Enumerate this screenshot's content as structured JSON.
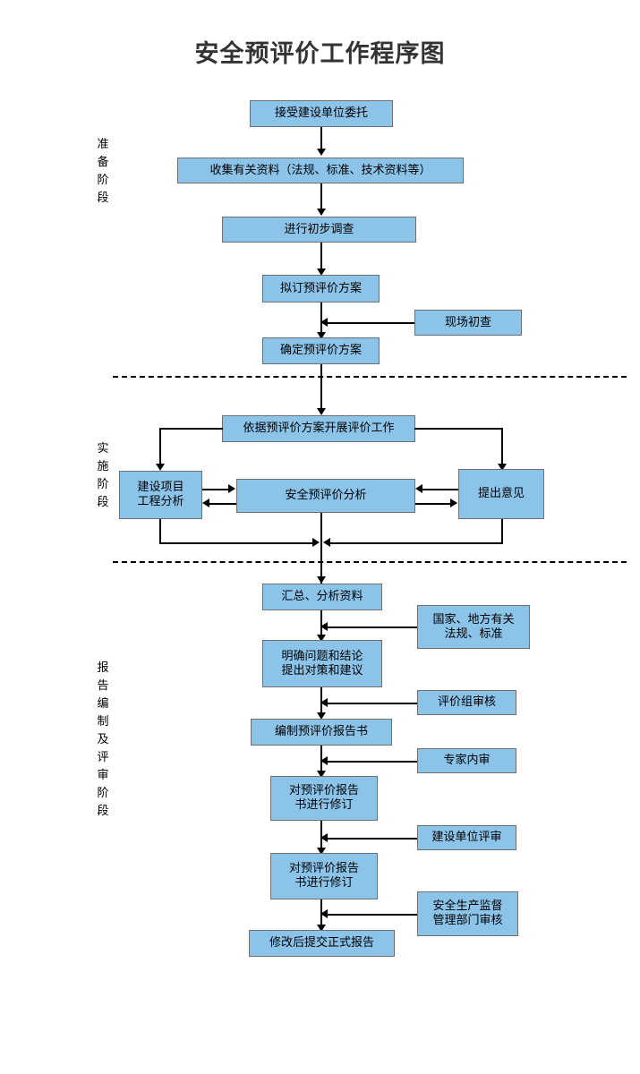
{
  "title": "安全预评价工作程序图",
  "stages": [
    {
      "name": "preparation",
      "text": "准备阶段"
    },
    {
      "name": "implementation",
      "text": "实施阶段"
    },
    {
      "name": "report",
      "text": "报告编制及评审阶段"
    }
  ],
  "colors": {
    "box_fill": "#8CC3E9",
    "box_border": "#6f6f6f",
    "line": "#000000",
    "title": "#333333"
  },
  "nodes": {
    "accept_commission": "接受建设单位委托",
    "collect_materials": "收集有关资料（法规、标准、技术资料等）",
    "preliminary_survey": "进行初步调查",
    "draft_plan": "拟订预评价方案",
    "site_survey": "现场初查",
    "confirm_plan": "确定预评价方案",
    "carry_out_work": "依据预评价方案开展评价工作",
    "project_analysis": "建设项目\n工程分析",
    "safety_analysis": "安全预评价分析",
    "give_opinions": "提出意见",
    "summarize_data": "汇总、分析资料",
    "laws_standards": "国家、地方有关\n法规、标准",
    "clarify_problems": "明确问题和结论\n提出对策和建议",
    "group_review": "评价组审核",
    "compile_report": "编制预评价报告书",
    "expert_review": "专家内审",
    "revise_report_1": "对预评价报告\n书进行修订",
    "owner_review": "建设单位评审",
    "revise_report_2": "对预评价报告\n书进行修订",
    "authority_review": "安全生产监督\n管理部门审核",
    "submit_final": "修改后提交正式报告"
  }
}
